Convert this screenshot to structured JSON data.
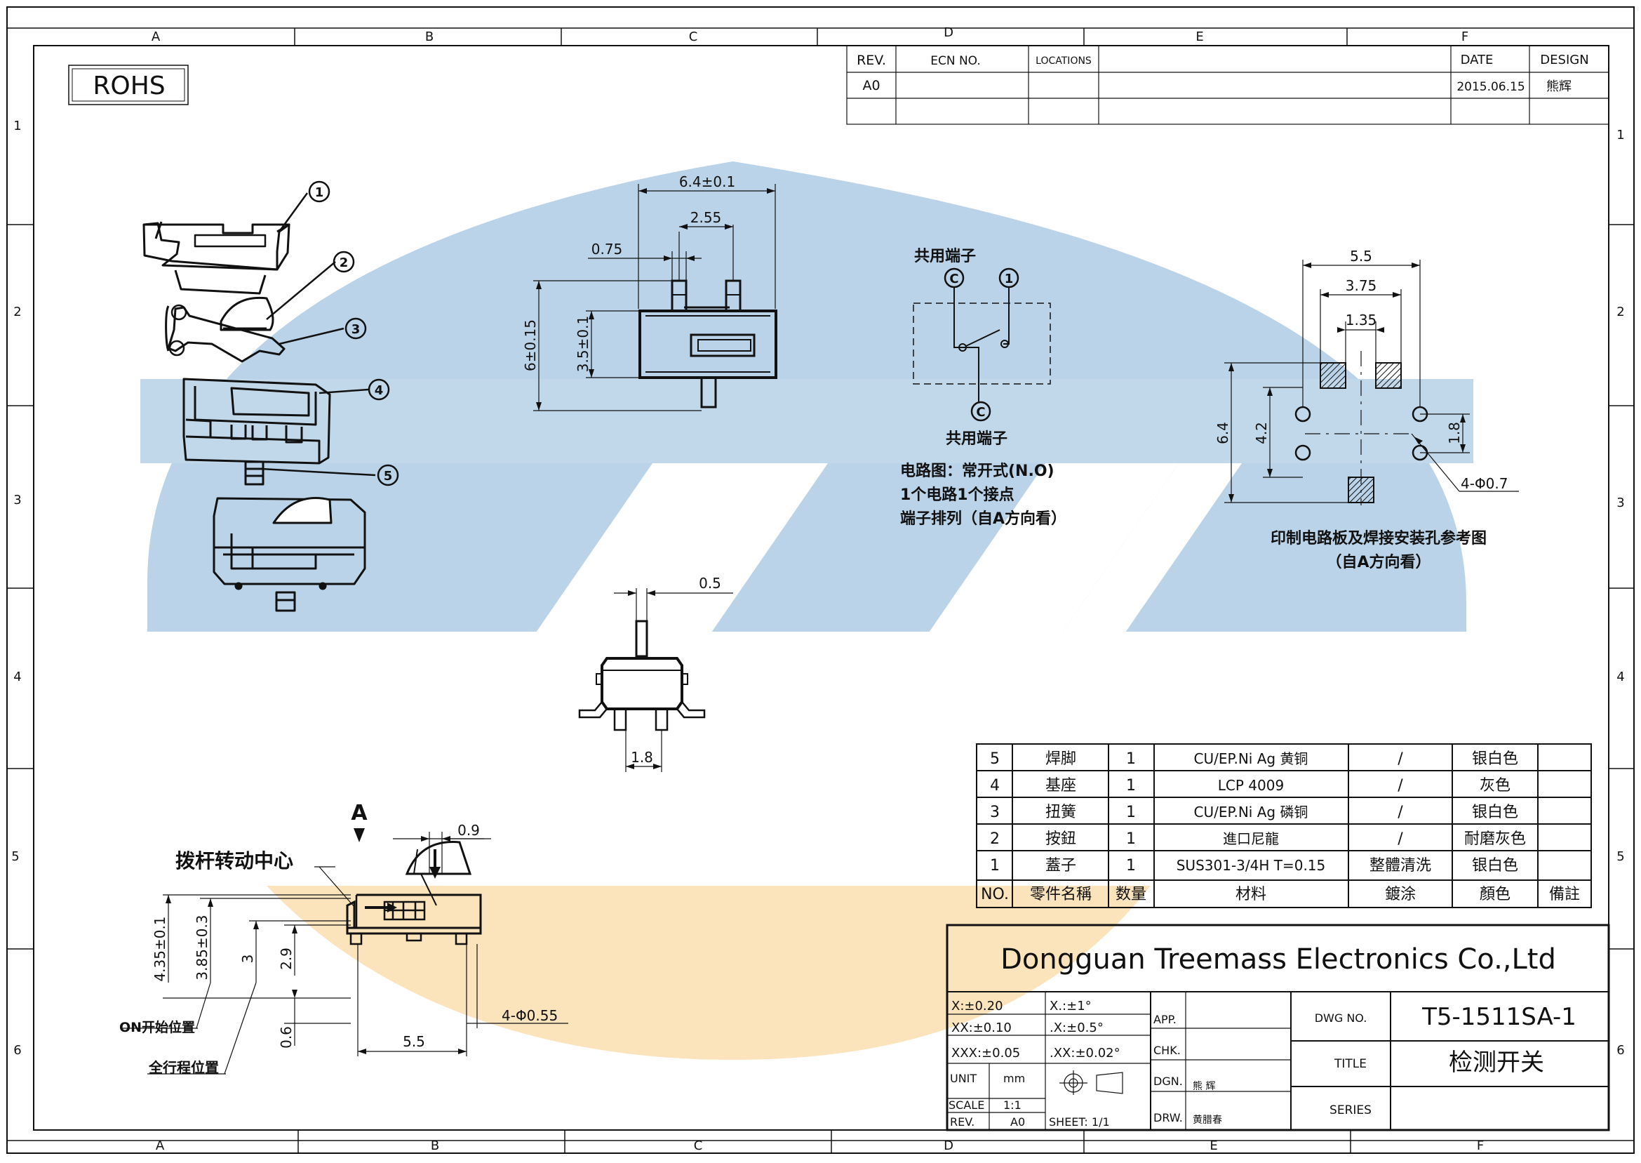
{
  "zones": {
    "top_cols": [
      "A",
      "B",
      "C",
      "D",
      "E",
      "F"
    ],
    "bottom_cols": [
      "A",
      "B",
      "C",
      "D",
      "E",
      "F"
    ],
    "left_rows": [
      "1",
      "2",
      "3",
      "4",
      "5",
      "6"
    ],
    "right_rows": [
      "1",
      "2",
      "3",
      "4",
      "5",
      "6"
    ]
  },
  "rohs": "ROHS",
  "revision_table": {
    "headers": [
      "REV.",
      "ECN NO.",
      "LOCATIONS",
      "",
      "DATE",
      "DESIGN"
    ],
    "row1": [
      "A0",
      "",
      "",
      "",
      "2015.06.15",
      "熊辉"
    ]
  },
  "callouts": [
    "1",
    "2",
    "3",
    "4",
    "5"
  ],
  "front_view": {
    "dim_width": "6.4±0.1",
    "dim_pitch": "2.55",
    "dim_tab": "0.75",
    "dim_height": "6±0.15",
    "dim_body": "3.5±0.1"
  },
  "circuit": {
    "label_top": "共用端子",
    "term_c": "C",
    "term_1": "1",
    "label_bottom": "共用端子",
    "note1": "电路图：常开式(N.O)",
    "note2": "1个电路1个接点",
    "note3": "端子排列（自A方向看）"
  },
  "pcb": {
    "dim_55": "5.5",
    "dim_375": "3.75",
    "dim_135": "1.35",
    "dim_64": "6.4",
    "dim_42": "4.2",
    "dim_18": "1.8",
    "dim_holes": "4-Φ0.7",
    "title1": "印制电路板及焊接安装孔参考图",
    "title2": "（自A方向看）"
  },
  "side_view": {
    "dim_05": "0.5",
    "dim_18": "1.8"
  },
  "bottom_view": {
    "arrow_label": "A",
    "dim_09": "0.9",
    "pivot_label": "拨杆转动中心",
    "dim_435": "4.35±0.1",
    "dim_385": "3.85±0.3",
    "dim_3": "3",
    "dim_29": "2.9",
    "dim_06": "0.6",
    "dim_55": "5.5",
    "dim_holes": "4-Φ0.55",
    "on_label": "ON开始位置",
    "full_label": "全行程位置"
  },
  "bom": {
    "rows": [
      [
        "5",
        "焊脚",
        "1",
        "CU/EP.Ni Ag  黄铜",
        "/",
        "银白色",
        ""
      ],
      [
        "4",
        "基座",
        "1",
        "LCP  4009",
        "/",
        "灰色",
        ""
      ],
      [
        "3",
        "扭簧",
        "1",
        "CU/EP.Ni Ag  磷铜",
        "/",
        "银白色",
        ""
      ],
      [
        "2",
        "按鈕",
        "1",
        "進口尼龍",
        "/",
        "耐磨灰色",
        ""
      ],
      [
        "1",
        "蓋子",
        "1",
        "SUS301-3/4H T=0.15",
        "整體清洗",
        "银白色",
        ""
      ]
    ],
    "header": [
      "NO.",
      "零件名稱",
      "数量",
      "材料",
      "鍍涂",
      "顏色",
      "備註"
    ]
  },
  "title_block": {
    "company": "Dongguan Treemass Electronics Co.,Ltd",
    "tol_x": "X:±0.20",
    "tol_xang": "X.:±1°",
    "tol_xx": "XX:±0.10",
    "tol_xxang": ".X:±0.5°",
    "tol_xxx": "XXX:±0.05",
    "tol_xxxang": ".XX:±0.02°",
    "unit_label": "UNIT",
    "unit": "mm",
    "scale_label": "SCALE",
    "scale": "1:1",
    "rev_label": "REV.",
    "rev": "A0",
    "sheet": "SHEET: 1/1",
    "app": "APP.",
    "chk": "CHK.",
    "dgn": "DGN.",
    "dgn_name": "熊 辉",
    "drw": "DRW.",
    "drw_name": "黄腊春",
    "dwg_no_label": "DWG NO.",
    "dwg_no": "T5-1511SA-1",
    "title_label": "TITLE",
    "title": "检测开关",
    "series_label": "SERIES"
  },
  "colors": {
    "watermark_blue": "#b7d1e8",
    "watermark_orange": "#fbe2b8",
    "line": "#111111"
  }
}
